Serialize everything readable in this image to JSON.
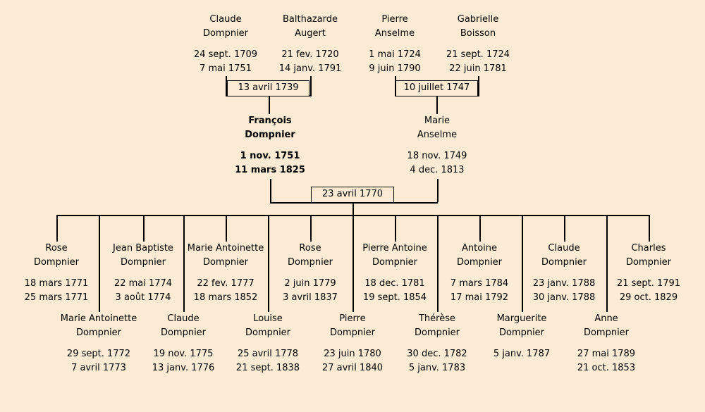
{
  "meta": {
    "diagram_type": "family-tree",
    "background_color": "#fcebd4",
    "line_color": "#000000",
    "text_color": "#000000"
  },
  "marriages": [
    {
      "date": "13 avril 1739"
    },
    {
      "date": "10 juillet 1747"
    },
    {
      "date": "23 avril 1770"
    }
  ],
  "grandparents": [
    {
      "first": "Claude",
      "last": "Dompnier",
      "birth": "24 sept. 1709",
      "death": "7 mai 1751"
    },
    {
      "first": "Balthazarde",
      "last": "Augert",
      "birth": "21 fev. 1720",
      "death": "14 janv. 1791"
    },
    {
      "first": "Pierre",
      "last": "Anselme",
      "birth": "1 mai 1724",
      "death": "9 juin 1790"
    },
    {
      "first": "Gabrielle",
      "last": "Boisson",
      "birth": "21 sept. 1724",
      "death": "22 juin 1781"
    }
  ],
  "parents": [
    {
      "first": "François",
      "last": "Dompnier",
      "birth": "1 nov. 1751",
      "death": "11 mars 1825"
    },
    {
      "first": "Marie",
      "last": "Anselme",
      "birth": "18 nov. 1749",
      "death": "4 dec. 1813"
    }
  ],
  "children_row1": [
    {
      "first": "Rose",
      "last": "Dompnier",
      "birth": "18 mars 1771",
      "death": "25 mars 1771"
    },
    {
      "first": "Jean Baptiste",
      "last": "Dompnier",
      "birth": "22 mai 1774",
      "death": "3 août 1774"
    },
    {
      "first": "Marie Antoinette",
      "last": "Dompnier",
      "birth": "22 fev. 1777",
      "death": "18 mars 1852"
    },
    {
      "first": "Rose",
      "last": "Dompnier",
      "birth": "2 juin 1779",
      "death": "3 avril 1837"
    },
    {
      "first": "Pierre Antoine",
      "last": "Dompnier",
      "birth": "18 dec. 1781",
      "death": "19 sept. 1854"
    },
    {
      "first": "Antoine",
      "last": "Dompnier",
      "birth": "7 mars 1784",
      "death": "17 mai 1792"
    },
    {
      "first": "Claude",
      "last": "Dompnier",
      "birth": "23 janv. 1788",
      "death": "30 janv. 1788"
    },
    {
      "first": "Charles",
      "last": "Dompnier",
      "birth": "21 sept. 1791",
      "death": "29 oct. 1829"
    }
  ],
  "children_row2": [
    {
      "first": "Marie Antoinette",
      "last": "Dompnier",
      "birth": "29 sept. 1772",
      "death": "7 avril 1773"
    },
    {
      "first": "Claude",
      "last": "Dompnier",
      "birth": "19 nov. 1775",
      "death": "13 janv. 1776"
    },
    {
      "first": "Louise",
      "last": "Dompnier",
      "birth": "25 avril 1778",
      "death": "21 sept. 1838"
    },
    {
      "first": "Pierre",
      "last": "Dompnier",
      "birth": "23 juin 1780",
      "death": "27 avril 1840"
    },
    {
      "first": "Thérèse",
      "last": "Dompnier",
      "birth": "30 dec. 1782",
      "death": "5 janv. 1783"
    },
    {
      "first": "Marguerite",
      "last": "Dompnier",
      "birth": "5 janv. 1787",
      "death": ""
    },
    {
      "first": "Anne",
      "last": "Dompnier",
      "birth": "27 mai 1789",
      "death": "21 oct. 1853"
    }
  ]
}
